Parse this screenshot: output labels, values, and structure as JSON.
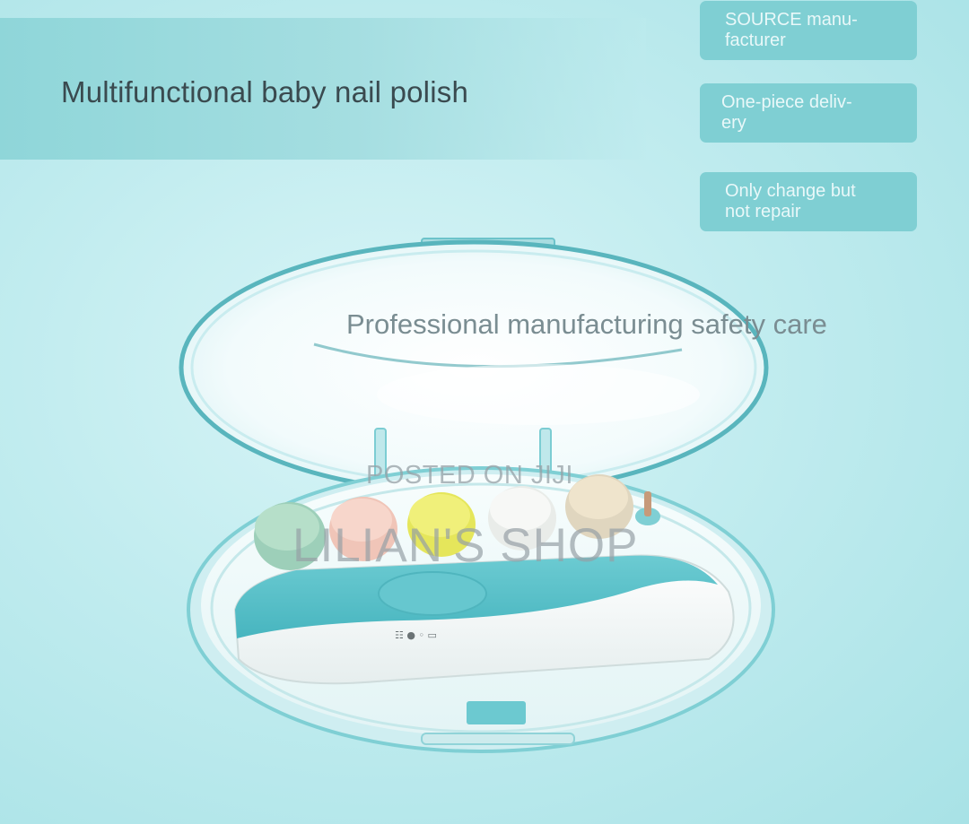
{
  "banner": {
    "title": "Multifunctional baby nail polish"
  },
  "tags": [
    {
      "label": "SOURCE manu-\nfacturer"
    },
    {
      "label": "One-piece deliv-\nery"
    },
    {
      "label": "Only change but\nnot repair"
    }
  ],
  "tagline": "Professional manufacturing safety care",
  "watermark": {
    "posted": "POSTED ON JIJI",
    "shop": "LILIAN'S SHOP"
  },
  "device": {
    "button_icons": "☷ ● ◦ ▭"
  },
  "colors": {
    "accent": "#7fcfd3",
    "device_teal": "#5cc4cc",
    "background": "#c1ecef"
  }
}
